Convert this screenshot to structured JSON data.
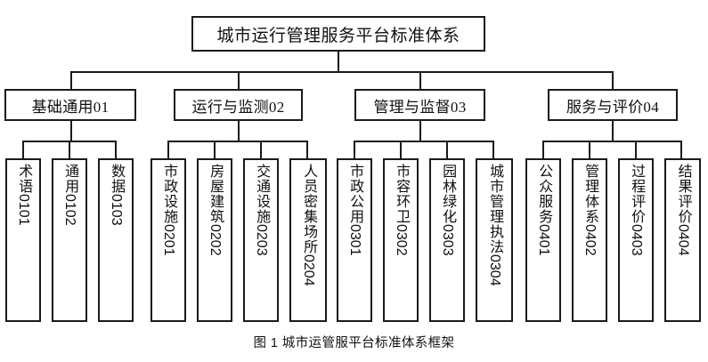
{
  "figure": {
    "caption": "图 1 城市运管服平台标准体系框架",
    "root": {
      "label": "城市运行管理服务平台标准体系"
    },
    "categories": [
      {
        "label": "基础通用01",
        "items": [
          {
            "text": "术语",
            "code": "0101"
          },
          {
            "text": "通用",
            "code": "0102"
          },
          {
            "text": "数据",
            "code": "0103"
          }
        ]
      },
      {
        "label": "运行与监测02",
        "items": [
          {
            "text": "市政设施",
            "code": "0201"
          },
          {
            "text": "房屋建筑",
            "code": "0202"
          },
          {
            "text": "交通设施",
            "code": "0203"
          },
          {
            "text": "人员密集场所",
            "code": "0204"
          }
        ]
      },
      {
        "label": "管理与监督03",
        "items": [
          {
            "text": "市政公用",
            "code": "0301"
          },
          {
            "text": "市容环卫",
            "code": "0302"
          },
          {
            "text": "园林绿化",
            "code": "0303"
          },
          {
            "text": "城市管理执法",
            "code": "0304"
          }
        ]
      },
      {
        "label": "服务与评价04",
        "items": [
          {
            "text": "公众服务",
            "code": "0401"
          },
          {
            "text": "管理体系",
            "code": "0402"
          },
          {
            "text": "过程评价",
            "code": "0403"
          },
          {
            "text": "结果评价",
            "code": "0404"
          }
        ]
      }
    ],
    "colors": {
      "line": "#1a1a1a",
      "background": "#ffffff",
      "text": "#111111"
    }
  }
}
